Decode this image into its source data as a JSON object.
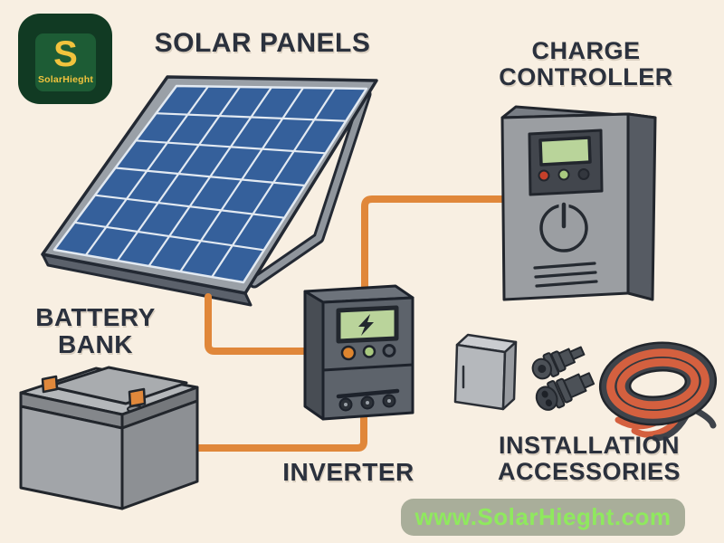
{
  "logo": {
    "monogram": "S",
    "brand": "SolarHieght"
  },
  "labels": {
    "solar_panels": "SOLAR PANELS",
    "charge_controller": [
      "CHARGE",
      "CONTROLLER"
    ],
    "battery_bank": [
      "BATTERY",
      "BANK"
    ],
    "inverter": "INVERTER",
    "installation_accessories": [
      "INSTALLATION",
      "ACCESSORIES"
    ]
  },
  "footer": {
    "website": "www.SolarHieght.com"
  },
  "colors": {
    "background": "#f8efe2",
    "heading_text": "#2b313d",
    "wire_orange": "#e0873a",
    "panel_blue": "#35609b",
    "panel_grid": "#e3eaf2",
    "screen_green": "#bad49b",
    "cable_red": "#d4603f",
    "banner_background": "#a9ae9a",
    "banner_text": "#8fe95e",
    "logo_green_dark": "#113a23",
    "logo_green": "#1d5c35",
    "logo_yellow": "#f1c33d"
  },
  "diagram": {
    "type": "solar-power-system-components",
    "components": [
      "Solar Panels",
      "Charge Controller",
      "Battery Bank",
      "Inverter",
      "Installation Accessories"
    ],
    "connections": [
      {
        "from": "Solar Panels",
        "to": "Inverter"
      },
      {
        "from": "Inverter",
        "to": "Charge Controller"
      },
      {
        "from": "Inverter",
        "to": "Battery Bank"
      }
    ]
  }
}
